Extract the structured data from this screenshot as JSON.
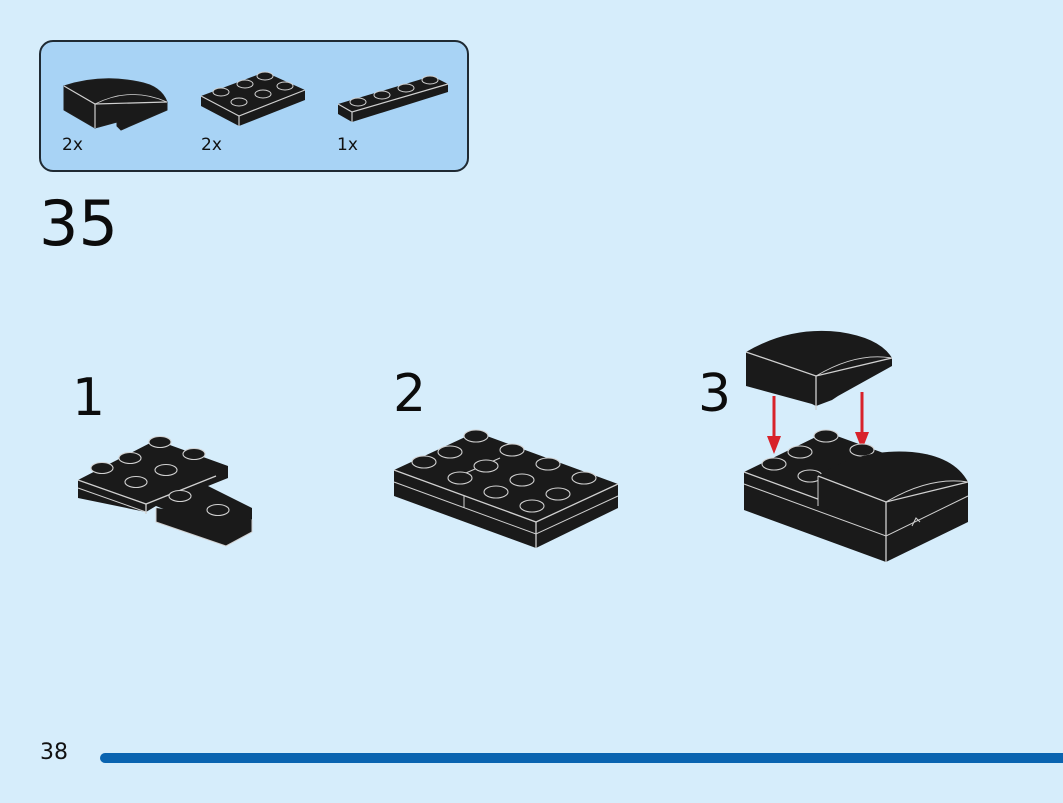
{
  "parts_callout": {
    "parts": [
      {
        "name": "curved-slope-brick",
        "quantity": "2x"
      },
      {
        "name": "plate-2x3",
        "quantity": "2x"
      },
      {
        "name": "plate-1x4",
        "quantity": "1x"
      }
    ]
  },
  "step": {
    "number": "35",
    "sub_steps": [
      {
        "label": "1"
      },
      {
        "label": "2"
      },
      {
        "label": "3"
      }
    ]
  },
  "footer": {
    "page_number": "38",
    "progress": 1.0
  },
  "colors": {
    "background": "#d6edfb",
    "parts_box": "#a8d3f5",
    "brick": "#1a1a1a",
    "edge": "#d0d0d0",
    "arrow": "#d8222a",
    "progress_bar": "#0a64b0"
  }
}
